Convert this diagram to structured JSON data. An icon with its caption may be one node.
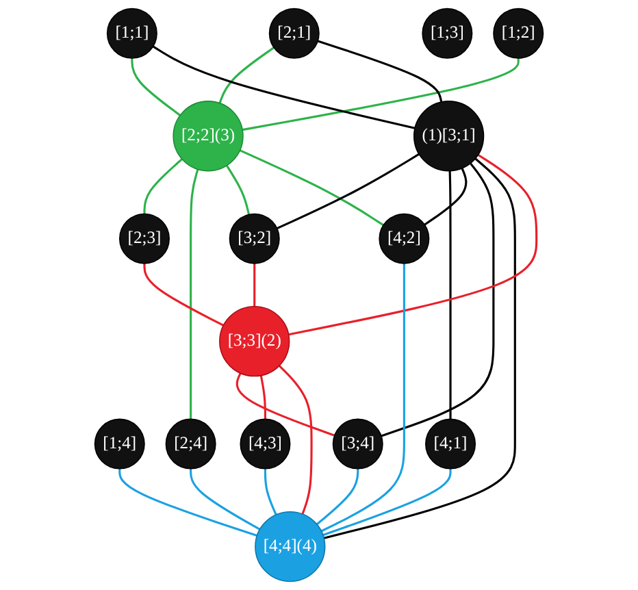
{
  "diagram": {
    "nodes": [
      {
        "text": [
          "[1;1]"
        ]
      },
      {
        "text": [
          "[1;2]"
        ]
      },
      {
        "text": [
          "[1;3]"
        ]
      },
      {
        "text": [
          "[1;4]"
        ]
      },
      {
        "text": [
          "[2;1]"
        ]
      },
      {
        "text": [
          "[2;2](3)"
        ]
      },
      {
        "text": [
          "[2;3]"
        ]
      },
      {
        "text": [
          "[2;4]"
        ]
      },
      {
        "text": [
          "(1)[3;1]"
        ]
      },
      {
        "text": [
          "[3;2]"
        ]
      },
      {
        "text": [
          "[3;3](2)"
        ]
      },
      {
        "text": [
          "[3;4]"
        ]
      },
      {
        "text": [
          "[4;1]"
        ]
      },
      {
        "text": [
          "[4;2]"
        ]
      },
      {
        "text": [
          "[4;3]"
        ]
      },
      {
        "text": [
          "[4;4](4)"
        ]
      }
    ],
    "edges": [
      {
        "from": 0,
        "to": 5,
        "arrow": "none",
        "color": "#2db34a"
      },
      {
        "from": 1,
        "to": 5,
        "arrow": "none",
        "color": "#2db34a"
      },
      {
        "from": 4,
        "to": 5,
        "arrow": "none",
        "color": "#2db34a"
      },
      {
        "from": 5,
        "to": 6,
        "arrow": "none",
        "color": "#2db34a"
      },
      {
        "from": 5,
        "to": 7,
        "arrow": "none",
        "color": "#2db34a"
      },
      {
        "from": 5,
        "to": 9,
        "arrow": "none",
        "color": "#2db34a"
      },
      {
        "from": 5,
        "to": 13,
        "arrow": "none",
        "color": "#2db34a"
      },
      {
        "from": 0,
        "to": 8,
        "arrow": "none",
        "color": "#000000"
      },
      {
        "from": 4,
        "to": 8,
        "arrow": "none",
        "color": "#000000"
      },
      {
        "from": 8,
        "to": 9,
        "arrow": "none",
        "color": "#000000"
      },
      {
        "from": 8,
        "to": 12,
        "arrow": "none",
        "color": "#000000"
      },
      {
        "from": 8,
        "to": 13,
        "arrow": "none",
        "color": "#000000"
      },
      {
        "from": 8,
        "to": 11,
        "arrow": "none",
        "color": "#000000"
      },
      {
        "from": 8,
        "to": 15,
        "arrow": "none",
        "color": "#000000"
      },
      {
        "from": 8,
        "to": 10,
        "arrow": "none",
        "color": "#e8202a"
      },
      {
        "from": 9,
        "to": 10,
        "arrow": "none",
        "color": "#e8202a"
      },
      {
        "from": 6,
        "to": 10,
        "arrow": "none",
        "color": "#e8202a"
      },
      {
        "from": 10,
        "to": 11,
        "arrow": "none",
        "color": "#e8202a"
      },
      {
        "from": 10,
        "to": 14,
        "arrow": "none",
        "color": "#e8202a"
      },
      {
        "from": 10,
        "to": 15,
        "arrow": "none",
        "color": "#e8202a"
      },
      {
        "from": 3,
        "to": 15,
        "arrow": "none",
        "color": "#1ba1e2"
      },
      {
        "from": 7,
        "to": 15,
        "arrow": "none",
        "color": "#1ba1e2"
      },
      {
        "from": 11,
        "to": 15,
        "arrow": "none",
        "color": "#1ba1e2"
      },
      {
        "from": 14,
        "to": 15,
        "arrow": "none",
        "color": "#1ba1e2"
      },
      {
        "from": 12,
        "to": 15,
        "arrow": "none",
        "color": "#1ba1e2"
      },
      {
        "from": 13,
        "to": 15,
        "arrow": "none",
        "color": "#1ba1e2"
      }
    ]
  }
}
